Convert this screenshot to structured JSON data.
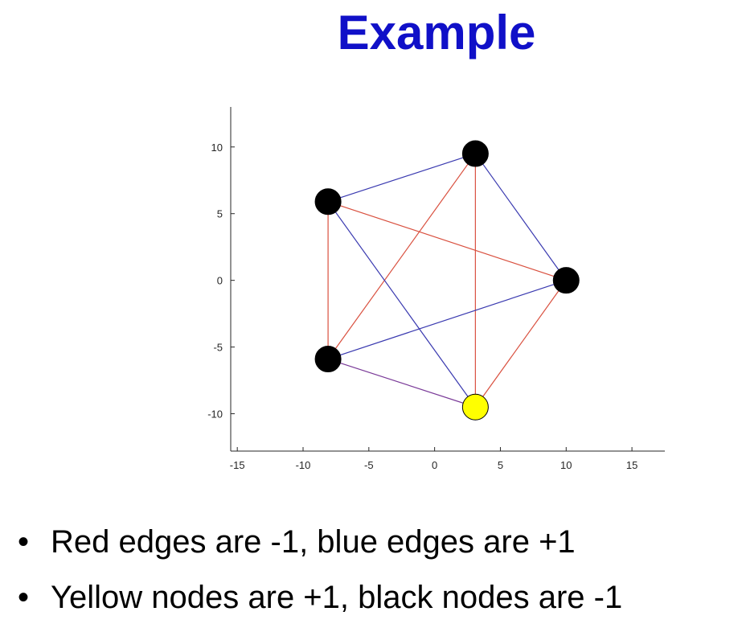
{
  "slide": {
    "title": "Example",
    "bullets": [
      "Red edges are -1,  blue edges are +1",
      "Yellow nodes are +1, black nodes are -1"
    ],
    "bullet_symbol": "•"
  },
  "chart_data": {
    "type": "scatter",
    "title": "",
    "xlabel": "",
    "ylabel": "",
    "xlim": [
      -15.5,
      17.5
    ],
    "ylim": [
      -12.8,
      13
    ],
    "xticks": [
      -15,
      -10,
      -5,
      0,
      5,
      10,
      15
    ],
    "yticks": [
      -10,
      -5,
      0,
      5,
      10
    ],
    "grid": false,
    "nodes": [
      {
        "id": "n1",
        "x": 3.1,
        "y": 9.5,
        "sign": -1,
        "color": "#000000"
      },
      {
        "id": "n2",
        "x": -8.1,
        "y": 5.9,
        "sign": -1,
        "color": "#000000"
      },
      {
        "id": "n3",
        "x": 10.0,
        "y": 0.0,
        "sign": -1,
        "color": "#000000"
      },
      {
        "id": "n4",
        "x": -8.1,
        "y": -5.9,
        "sign": -1,
        "color": "#000000"
      },
      {
        "id": "n5",
        "x": 3.1,
        "y": -9.5,
        "sign": 1,
        "color": "#ffff00"
      }
    ],
    "edges": [
      {
        "from": "n1",
        "to": "n2",
        "sign": 1,
        "color": "#3a3ab0"
      },
      {
        "from": "n1",
        "to": "n3",
        "sign": 1,
        "color": "#3a3ab0"
      },
      {
        "from": "n1",
        "to": "n4",
        "sign": -1,
        "color": "#d9503f"
      },
      {
        "from": "n1",
        "to": "n5",
        "sign": -1,
        "color": "#d9503f"
      },
      {
        "from": "n2",
        "to": "n3",
        "sign": -1,
        "color": "#d9503f"
      },
      {
        "from": "n2",
        "to": "n4",
        "sign": -1,
        "color": "#d9503f"
      },
      {
        "from": "n2",
        "to": "n5",
        "sign": 1,
        "color": "#3a3ab0"
      },
      {
        "from": "n3",
        "to": "n4",
        "sign": 1,
        "color": "#3a3ab0"
      },
      {
        "from": "n3",
        "to": "n5",
        "sign": -1,
        "color": "#d9503f"
      },
      {
        "from": "n4",
        "to": "n5",
        "sign": 1,
        "color": "#7a3a98"
      }
    ]
  }
}
